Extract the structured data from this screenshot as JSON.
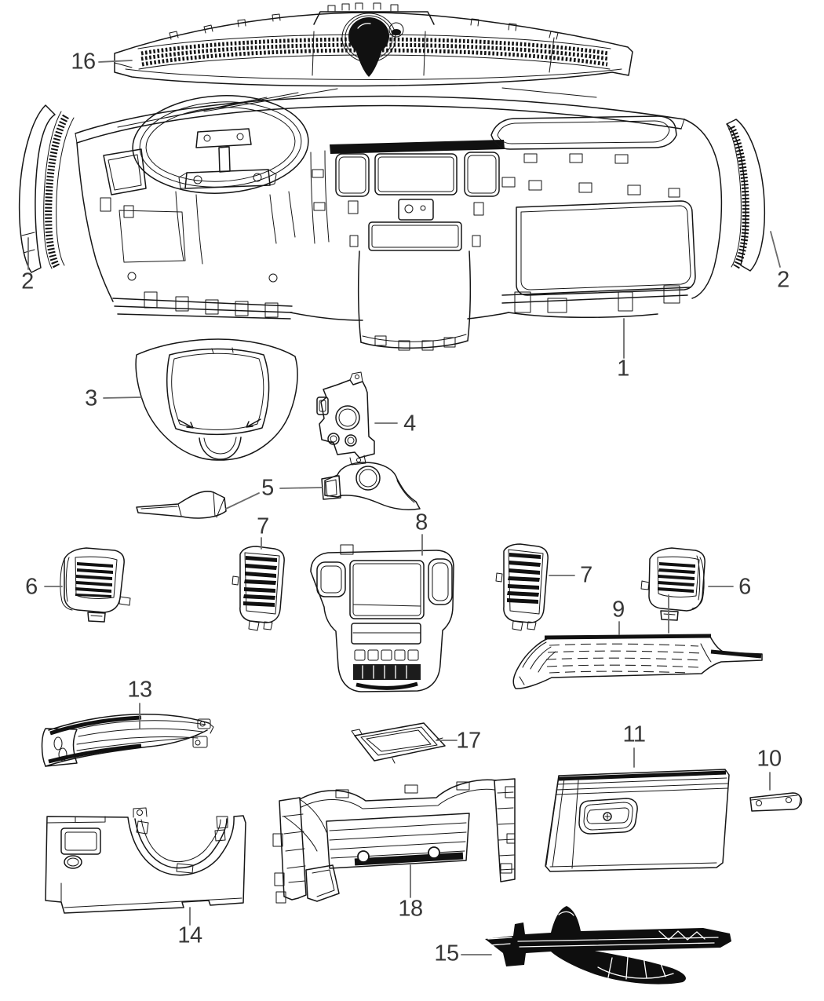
{
  "figure": {
    "kind": "exploded-parts-line-diagram",
    "background_color": "#ffffff",
    "line_color": "#161616",
    "label_color": "#373737",
    "leader_color": "#6b6b6b",
    "callouts": [
      {
        "number": "16"
      },
      {
        "number": "2"
      },
      {
        "number": "2"
      },
      {
        "number": "1"
      },
      {
        "number": "3"
      },
      {
        "number": "4"
      },
      {
        "number": "5"
      },
      {
        "number": "7"
      },
      {
        "number": "8"
      },
      {
        "number": "6"
      },
      {
        "number": "7"
      },
      {
        "number": "6"
      },
      {
        "number": "9"
      },
      {
        "number": "13"
      },
      {
        "number": "17"
      },
      {
        "number": "11"
      },
      {
        "number": "10"
      },
      {
        "number": "14"
      },
      {
        "number": "18"
      },
      {
        "number": "15"
      }
    ]
  }
}
